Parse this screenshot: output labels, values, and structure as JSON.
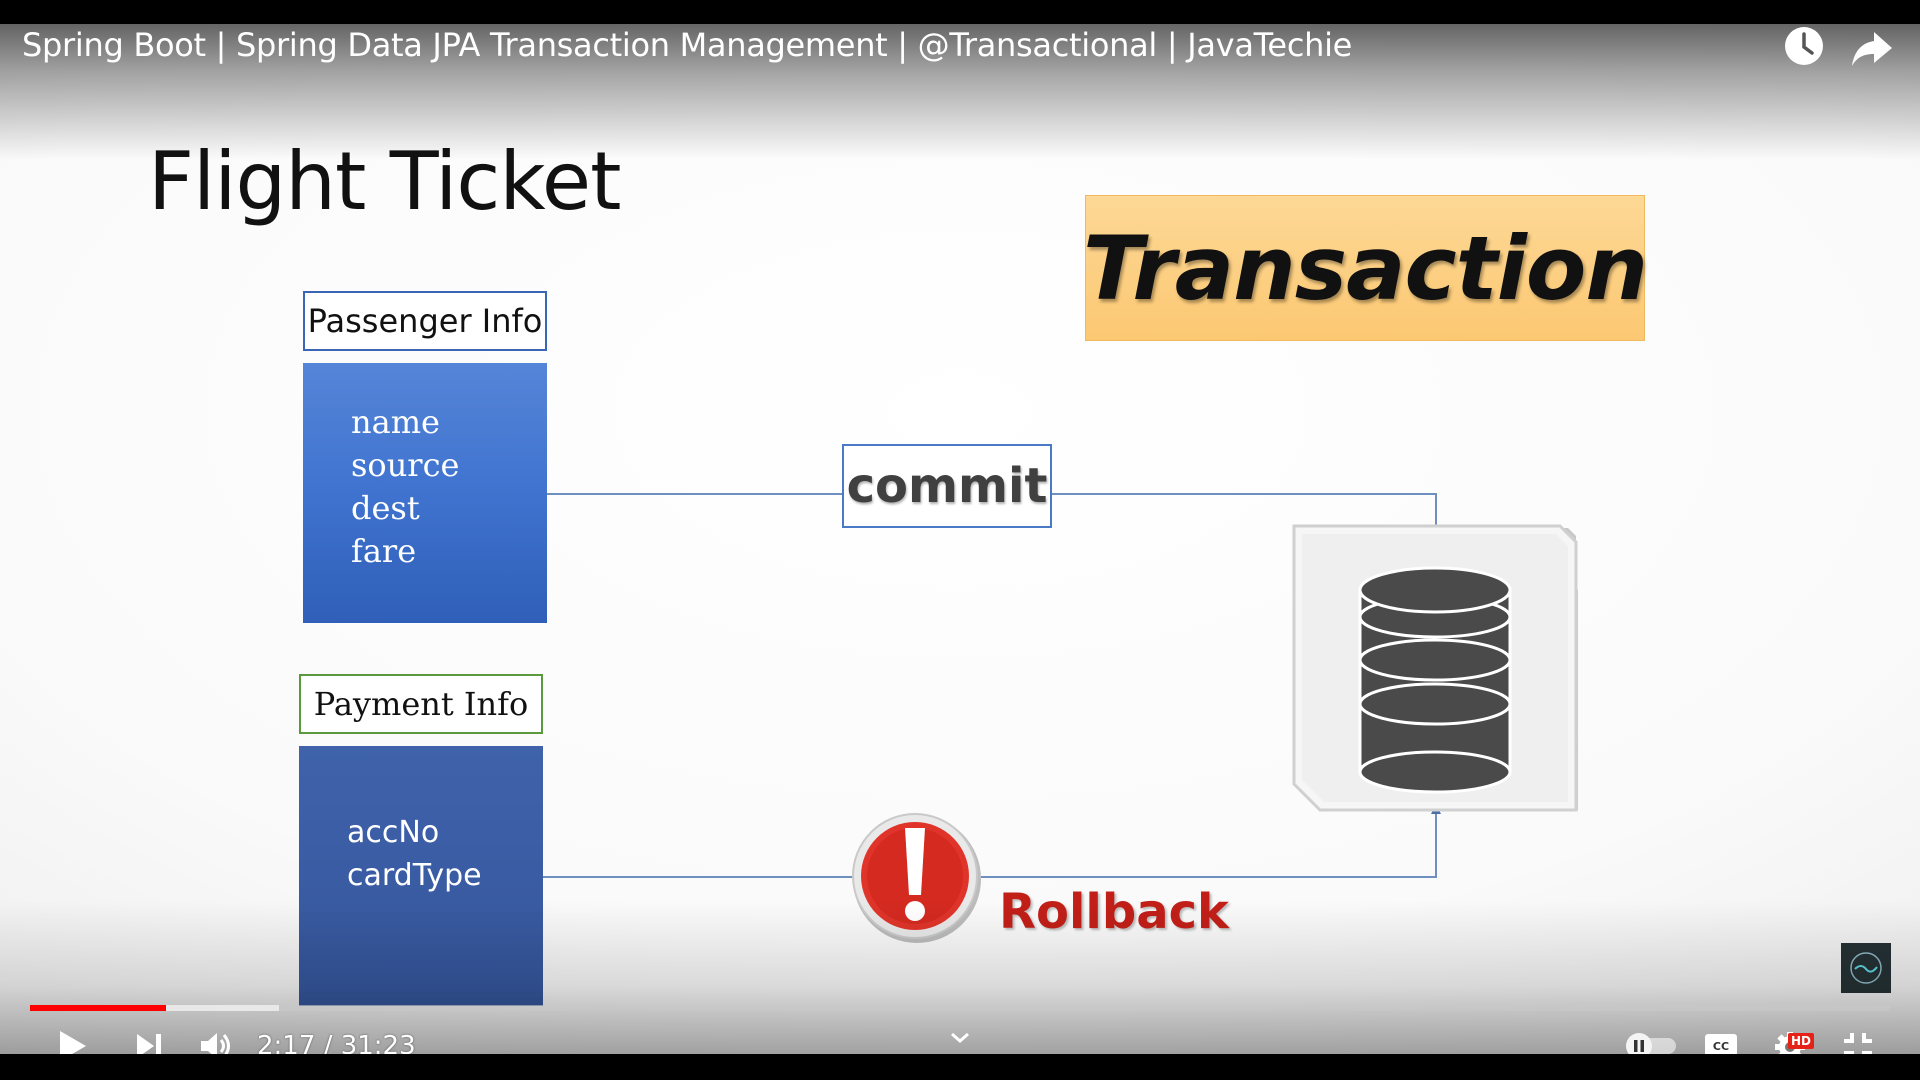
{
  "player": {
    "video_title": "Spring Boot | Spring Data JPA Transaction Management | @Transactional | JavaTechie",
    "current_time": "2:17",
    "time_separator": " / ",
    "duration": "31:23",
    "progress_fraction": 0.073,
    "buffered_fraction": 0.134,
    "accent_color": "#ff0000",
    "hd_label": "HD",
    "icons": {
      "watch_later": "clock-icon",
      "share": "share-arrow-icon",
      "play": "play-icon",
      "next": "next-icon",
      "volume": "volume-icon",
      "chevron": "chevron-down-icon",
      "autoplay": "autoplay-toggle-icon",
      "captions": "cc-icon",
      "settings": "gear-icon",
      "exit_fullscreen": "exit-fullscreen-icon",
      "channel": "channel-watermark-icon"
    }
  },
  "slide": {
    "title": "Flight Ticket",
    "passenger": {
      "label": "Passenger Info",
      "fields": [
        "name",
        "source",
        "dest",
        "fare"
      ]
    },
    "payment": {
      "label": "Payment Info",
      "fields": [
        "accNo",
        "cardType"
      ]
    },
    "transaction_label": "Transaction",
    "commit_label": "commit",
    "rollback_label": "Rollback",
    "database_icon": "database-icon",
    "error_icon": "exclamation-icon",
    "colors": {
      "passenger_box": "#3f73cf",
      "payment_box": "#3a5ca4",
      "transaction_bg": "#fcd07e",
      "rollback_text": "#c21f18",
      "connector": "#6e8fbf"
    }
  }
}
